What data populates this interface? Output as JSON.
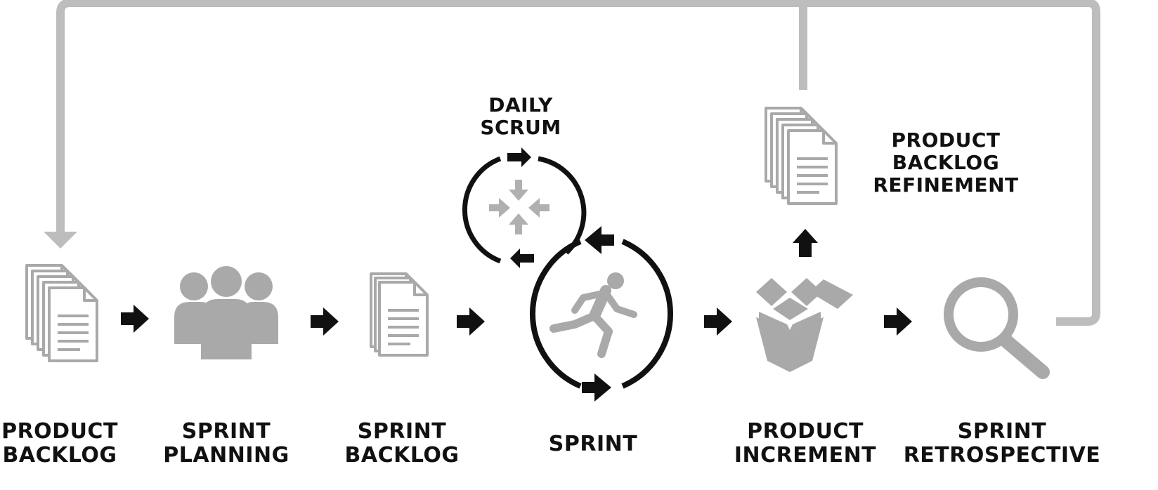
{
  "labels": {
    "product_backlog": [
      "PRODUCT",
      "BACKLOG"
    ],
    "sprint_planning": [
      "SPRINT",
      "PLANNING"
    ],
    "sprint_backlog": [
      "SPRINT",
      "BACKLOG"
    ],
    "sprint": "SPRINT",
    "product_increment": [
      "PRODUCT",
      "INCREMENT"
    ],
    "sprint_retrospective": [
      "SPRINT",
      "RETROSPECTIVE"
    ],
    "daily_scrum": [
      "DAILY",
      "SCRUM"
    ],
    "product_backlog_refinement": [
      "PRODUCT",
      "BACKLOG",
      "REFINEMENT"
    ]
  },
  "icons": {
    "product_backlog": "document-stack-icon",
    "sprint_planning": "team-icon",
    "sprint_backlog": "document-icon",
    "daily_scrum": "converging-arrows-icon",
    "sprint": "running-person-icon",
    "product_increment": "open-box-icon",
    "sprint_retrospective": "magnifier-icon",
    "refinement": "document-stack-icon"
  },
  "colors": {
    "icon_gray": "#a9a9a9",
    "feedback_line": "#bdbdbd",
    "arrow_black": "#111111"
  }
}
